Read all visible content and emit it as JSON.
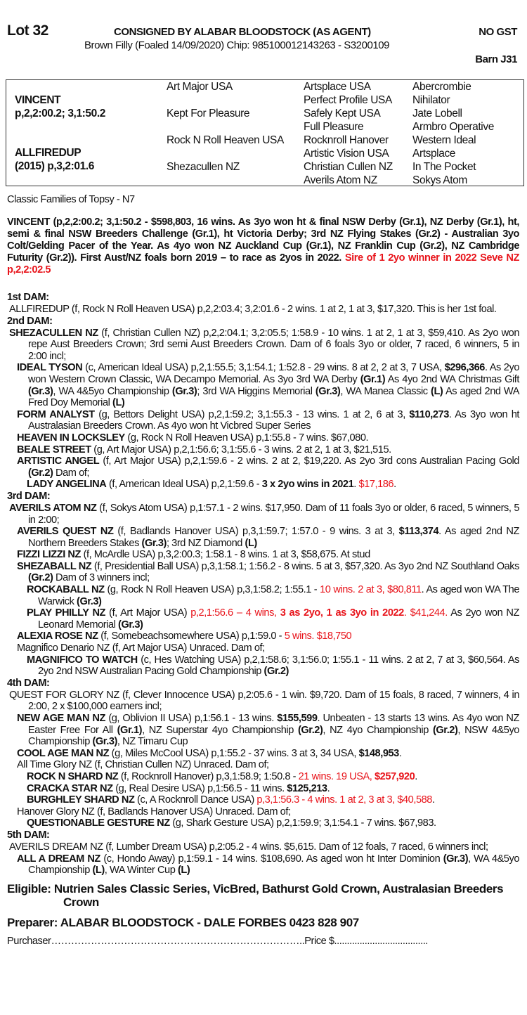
{
  "header": {
    "lot": "Lot 32",
    "consigned": "CONSIGNED BY ALABAR BLOODSTOCK (AS AGENT)",
    "gst": "NO GST",
    "description": "Brown Filly (Foaled 14/09/2020) Chip: 985100012143263 - S3200109",
    "barn": "Barn J31"
  },
  "pedigree": {
    "sire": "VINCENT",
    "sire_record": "p,2,2:00.2; 3,1:50.2",
    "dam": "ALLFIREDUP",
    "dam_record": "(2015) p,3,2:01.6",
    "gen2": [
      "Art Major USA",
      "Kept For Pleasure",
      "Rock N Roll Heaven USA",
      "Shezacullen NZ"
    ],
    "gen3": [
      "Artsplace USA",
      "Perfect Profile USA",
      "Safely Kept USA",
      "Full Pleasure",
      "Rocknroll Hanover",
      "Artistic Vision USA",
      "Christian Cullen NZ",
      "Averils Atom NZ"
    ],
    "gen4": [
      "Abercrombie",
      "Nihilator",
      "Jate Lobell",
      "Armbro Operative",
      "Western Ideal",
      "Artsplace",
      "In The Pocket",
      "Sokys Atom"
    ]
  },
  "families": "Classic Families of Topsy - N7",
  "sire_para": [
    {
      "t": "VINCENT (p,2,2:00.2; 3,1:50.2 - $598,803, 16 wins. As 3yo won ht & final NSW Derby (Gr.1), NZ Derby (Gr.1), ht, semi & final NSW Breeders Challenge (Gr.1), ht Victoria Derby; 3rd NZ Flying Stakes (Gr.2) - Australian 3yo Colt/Gelding Pacer of the Year. As 4yo won NZ Auckland Cup (Gr.1), NZ Franklin Cup (Gr.2), NZ Cambridge Futurity (Gr.2)). First Aust/NZ foals born 2019 – to race as 2yos in 2022. ",
      "s": "b"
    },
    {
      "t": "Sire of 1 2yo winner in 2022 Seve NZ p,2,2:02.5",
      "s": "br"
    }
  ],
  "sections": [
    {
      "heading": "1st DAM:",
      "entries": [
        {
          "l": 0,
          "runs": [
            {
              "t": "ALLFIREDUP (f, Rock N Roll Heaven USA) p,2,2:03.4; 3,2:01.6 - 2 wins. 1 at 2, 1 at 3, $17,320. This is her 1st foal.",
              "s": ""
            }
          ]
        }
      ]
    },
    {
      "heading": "2nd DAM:",
      "entries": [
        {
          "l": 0,
          "runs": [
            {
              "t": "SHEZACULLEN NZ",
              "s": "b"
            },
            {
              "t": " (f, Christian Cullen NZ) p,2,2:04.1; 3,2:05.5; 1:58.9 - 10 wins. 1 at 2, 1 at 3, $59,410. As 2yo won repe Aust Breeders Crown; 3rd semi Aust Breeders Crown. Dam of 6 foals 3yo or older, 7 raced, 6 winners, 5 in 2:00 incl;",
              "s": ""
            }
          ]
        },
        {
          "l": 1,
          "runs": [
            {
              "t": "IDEAL TYSON",
              "s": "b"
            },
            {
              "t": " (c, American Ideal USA) p,2,1:55.5; 3,1:54.1; 1:52.8 - 29 wins. 8 at 2, 2 at 3, 7 USA, ",
              "s": ""
            },
            {
              "t": "$296,366",
              "s": "b"
            },
            {
              "t": ". As 2yo won Western Crown Classic, WA Decampo Memorial. As 3yo 3rd WA Derby ",
              "s": ""
            },
            {
              "t": "(Gr.1)",
              "s": "b"
            },
            {
              "t": " As 4yo 2nd WA Christmas Gift ",
              "s": ""
            },
            {
              "t": "(Gr.3)",
              "s": "b"
            },
            {
              "t": ", WA 4&5yo Championship ",
              "s": ""
            },
            {
              "t": "(Gr.3)",
              "s": "b"
            },
            {
              "t": "; 3rd WA Higgins Memorial ",
              "s": ""
            },
            {
              "t": "(Gr.3)",
              "s": "b"
            },
            {
              "t": ", WA Manea Classic ",
              "s": ""
            },
            {
              "t": "(L)",
              "s": "b"
            },
            {
              "t": " As aged 2nd WA Fred Doy Memorial ",
              "s": ""
            },
            {
              "t": "(L)",
              "s": "b"
            }
          ]
        },
        {
          "l": 1,
          "runs": [
            {
              "t": "FORM ANALYST",
              "s": "b"
            },
            {
              "t": " (g, Bettors Delight USA) p,2,1:59.2; 3,1:55.3 - 13 wins. 1 at 2, 6 at 3, ",
              "s": ""
            },
            {
              "t": "$110,273",
              "s": "b"
            },
            {
              "t": ". As 3yo won ht Australasian Breeders Crown. As 4yo won ht Vicbred Super Series",
              "s": ""
            }
          ]
        },
        {
          "l": 1,
          "runs": [
            {
              "t": "HEAVEN IN LOCKSLEY",
              "s": "b"
            },
            {
              "t": " (g, Rock N Roll Heaven USA) p,1:55.8 - 7 wins. $67,080.",
              "s": ""
            }
          ]
        },
        {
          "l": 1,
          "runs": [
            {
              "t": "BEALE STREET",
              "s": "b"
            },
            {
              "t": " (g, Art Major USA) p,2,1:56.6; 3,1:55.6 - 3 wins. 2 at 2, 1 at 3, $21,515.",
              "s": ""
            }
          ]
        },
        {
          "l": 1,
          "runs": [
            {
              "t": "ARTISTIC ANGEL",
              "s": "b"
            },
            {
              "t": " (f, Art Major USA) p,2,1:59.6 - 2 wins. 2 at 2, $19,220. As 2yo 3rd cons Australian Pacing Gold ",
              "s": ""
            },
            {
              "t": "(Gr.2)",
              "s": "b"
            },
            {
              "t": " Dam of;",
              "s": ""
            }
          ]
        },
        {
          "l": 2,
          "runs": [
            {
              "t": "LADY ANGELINA",
              "s": "b"
            },
            {
              "t": " (f, American Ideal USA) p,2,1:59.6 - ",
              "s": ""
            },
            {
              "t": "3 x 2yo wins in 2021",
              "s": "b"
            },
            {
              "t": ". ",
              "s": ""
            },
            {
              "t": "$17,186",
              "s": "r"
            },
            {
              "t": ".",
              "s": ""
            }
          ]
        }
      ]
    },
    {
      "heading": "3rd DAM:",
      "entries": [
        {
          "l": 0,
          "runs": [
            {
              "t": "AVERILS ATOM NZ",
              "s": "b"
            },
            {
              "t": " (f, Sokys Atom USA) p,1:57.1 - 2 wins. $17,950. Dam of 11 foals 3yo or older, 6 raced, 5 winners, 5 in 2:00;",
              "s": ""
            }
          ]
        },
        {
          "l": 1,
          "runs": [
            {
              "t": "AVERILS QUEST NZ",
              "s": "b"
            },
            {
              "t": " (f, Badlands Hanover USA) p,3,1:59.7; 1:57.0 - 9 wins. 3 at 3, ",
              "s": ""
            },
            {
              "t": "$113,374",
              "s": "b"
            },
            {
              "t": ". As aged 2nd NZ Northern Breeders Stakes ",
              "s": ""
            },
            {
              "t": "(Gr.3)",
              "s": "b"
            },
            {
              "t": "; 3rd NZ Diamond ",
              "s": ""
            },
            {
              "t": "(L)",
              "s": "b"
            }
          ]
        },
        {
          "l": 1,
          "runs": [
            {
              "t": "FIZZI LIZZI NZ",
              "s": "b"
            },
            {
              "t": " (f, McArdle USA) p,3,2:00.3; 1:58.1 - 8 wins. 1 at 3, $58,675. At stud",
              "s": ""
            }
          ]
        },
        {
          "l": 1,
          "runs": [
            {
              "t": "SHEZABALL NZ",
              "s": "b"
            },
            {
              "t": " (f, Presidential Ball USA) p,3,1:58.1; 1:56.2 - 8 wins. 5 at 3,  $57,320. As 3yo 2nd NZ Southland Oaks ",
              "s": ""
            },
            {
              "t": "(Gr.2)",
              "s": "b"
            },
            {
              "t": " Dam of 3 winners incl;",
              "s": ""
            }
          ]
        },
        {
          "l": 2,
          "runs": [
            {
              "t": "ROCKABALL NZ",
              "s": "b"
            },
            {
              "t": " (g, Rock N Roll Heaven USA) p,3,1:58.2; 1:55.1 - ",
              "s": ""
            },
            {
              "t": "10 wins. 2 at 3, $80,811",
              "s": "r"
            },
            {
              "t": ". As aged won WA The Warwick ",
              "s": ""
            },
            {
              "t": "(Gr.3)",
              "s": "b"
            }
          ]
        },
        {
          "l": 2,
          "runs": [
            {
              "t": "PLAY PHILLY NZ",
              "s": "b"
            },
            {
              "t": " (f, Art Major USA) ",
              "s": ""
            },
            {
              "t": "p,2,1:56.6 – 4 wins, ",
              "s": "r"
            },
            {
              "t": "3 as 2yo, 1 as 3yo in 2022",
              "s": "br"
            },
            {
              "t": ". $41,244.",
              "s": "r"
            },
            {
              "t": " As 2yo won NZ Leonard Memorial ",
              "s": ""
            },
            {
              "t": "(Gr.3)",
              "s": "b"
            }
          ]
        },
        {
          "l": 1,
          "runs": [
            {
              "t": "ALEXIA ROSE NZ",
              "s": "b"
            },
            {
              "t": " (f, Somebeachsomewhere USA) p,1:59.0 - ",
              "s": ""
            },
            {
              "t": "5 wins. $18,750",
              "s": "r"
            }
          ]
        },
        {
          "l": 1,
          "runs": [
            {
              "t": "Magnifico Denario NZ (f, Art Major USA) Unraced. Dam of;",
              "s": ""
            }
          ]
        },
        {
          "l": 2,
          "runs": [
            {
              "t": "MAGNIFICO TO WATCH",
              "s": "b"
            },
            {
              "t": " (c, Hes Watching USA) p,2,1:58.6; 3,1:56.0; 1:55.1 - 11 wins. 2 at 2, 7 at 3, $60,564. As 2yo 2nd NSW Australian Pacing Gold Championship ",
              "s": ""
            },
            {
              "t": "(Gr.2)",
              "s": "b"
            }
          ]
        }
      ]
    },
    {
      "heading": "4th DAM:",
      "entries": [
        {
          "l": 0,
          "runs": [
            {
              "t": "QUEST FOR GLORY NZ (f, Clever Innocence USA) p,2:05.6 - 1 win. $9,720. Dam of 15 foals, 8 raced, 7 winners, 4 in 2:00, 2 x $100,000 earners incl;",
              "s": ""
            }
          ]
        },
        {
          "l": 1,
          "runs": [
            {
              "t": "NEW AGE MAN NZ",
              "s": "b"
            },
            {
              "t": " (g, Oblivion II USA) p,1:56.1 - 13 wins. ",
              "s": ""
            },
            {
              "t": "$155,599",
              "s": "b"
            },
            {
              "t": ". Unbeaten - 13 starts 13 wins. As 4yo won NZ Easter Free For All ",
              "s": ""
            },
            {
              "t": "(Gr.1)",
              "s": "b"
            },
            {
              "t": ", NZ Superstar 4yo Championship ",
              "s": ""
            },
            {
              "t": "(Gr.2)",
              "s": "b"
            },
            {
              "t": ", NZ 4yo Championship ",
              "s": ""
            },
            {
              "t": "(Gr.2)",
              "s": "b"
            },
            {
              "t": ", NSW 4&5yo Championship ",
              "s": ""
            },
            {
              "t": "(Gr.3)",
              "s": "b"
            },
            {
              "t": ", NZ Timaru Cup",
              "s": ""
            }
          ]
        },
        {
          "l": 1,
          "runs": [
            {
              "t": "COOL AGE MAN NZ",
              "s": "b"
            },
            {
              "t": " (g, Miles McCool USA) p,1:55.2 - 37 wins. 3 at 3, 34 USA, ",
              "s": ""
            },
            {
              "t": "$148,953",
              "s": "b"
            },
            {
              "t": ".",
              "s": ""
            }
          ]
        },
        {
          "l": 1,
          "runs": [
            {
              "t": "All Time Glory NZ (f, Christian Cullen NZ) Unraced. Dam of;",
              "s": ""
            }
          ]
        },
        {
          "l": 2,
          "runs": [
            {
              "t": "ROCK N SHARD NZ",
              "s": "b"
            },
            {
              "t": " (f, Rocknroll Hanover) p,3,1:58.9; 1:50.8 - ",
              "s": ""
            },
            {
              "t": "21 wins. 19 USA, ",
              "s": "r"
            },
            {
              "t": "$257,920",
              "s": "br"
            },
            {
              "t": ".",
              "s": ""
            }
          ]
        },
        {
          "l": 2,
          "runs": [
            {
              "t": "CRACKA STAR NZ",
              "s": "b"
            },
            {
              "t": " (g, Real Desire USA) p,1:56.5 - 11 wins. ",
              "s": ""
            },
            {
              "t": "$125,213",
              "s": "b"
            },
            {
              "t": ".",
              "s": ""
            }
          ]
        },
        {
          "l": 2,
          "runs": [
            {
              "t": "BURGHLEY SHARD NZ",
              "s": "b"
            },
            {
              "t": " (c, A Rocknroll Dance USA) ",
              "s": ""
            },
            {
              "t": "p,3,1:56.3 - 4 wins. 1 at 2, 3 at 3, $40,588",
              "s": "r"
            },
            {
              "t": ".",
              "s": ""
            }
          ]
        },
        {
          "l": 1,
          "runs": [
            {
              "t": "Hanover Glory NZ (f, Badlands Hanover USA) Unraced. Dam of;",
              "s": ""
            }
          ]
        },
        {
          "l": 2,
          "runs": [
            {
              "t": "QUESTIONABLE GESTURE NZ",
              "s": "b"
            },
            {
              "t": " (g, Shark Gesture USA) p,2,1:59.9; 3,1:54.1 - 7 wins. $67,983.",
              "s": ""
            }
          ]
        }
      ]
    },
    {
      "heading": "5th DAM:",
      "entries": [
        {
          "l": 0,
          "runs": [
            {
              "t": "AVERILS DREAM NZ (f, Lumber Dream USA) p,2:05.2 - 4 wins. $5,615. Dam of 12 foals, 7 raced, 6 winners incl;",
              "s": ""
            }
          ]
        },
        {
          "l": 1,
          "runs": [
            {
              "t": "ALL A DREAM NZ",
              "s": "b"
            },
            {
              "t": " (c, Hondo Away) p,1:59.1 - 14 wins. $108,690. As aged won ht Inter Dominion ",
              "s": ""
            },
            {
              "t": "(Gr.3)",
              "s": "b"
            },
            {
              "t": ", WA 4&5yo Championship ",
              "s": ""
            },
            {
              "t": "(L)",
              "s": "b"
            },
            {
              "t": ", WA Winter Cup ",
              "s": ""
            },
            {
              "t": "(L)",
              "s": "b"
            }
          ]
        }
      ]
    }
  ],
  "footer": {
    "eligible": "Eligible: Nutrien Sales Classic Series, VicBred, Bathurst Gold Crown, Australasian Breeders Crown",
    "preparer": "Preparer: ALABAR BLOODSTOCK - DALE FORBES 0423 828 907",
    "purchaser": "Purchaser…………………………………………………………………..Price $....................................."
  }
}
